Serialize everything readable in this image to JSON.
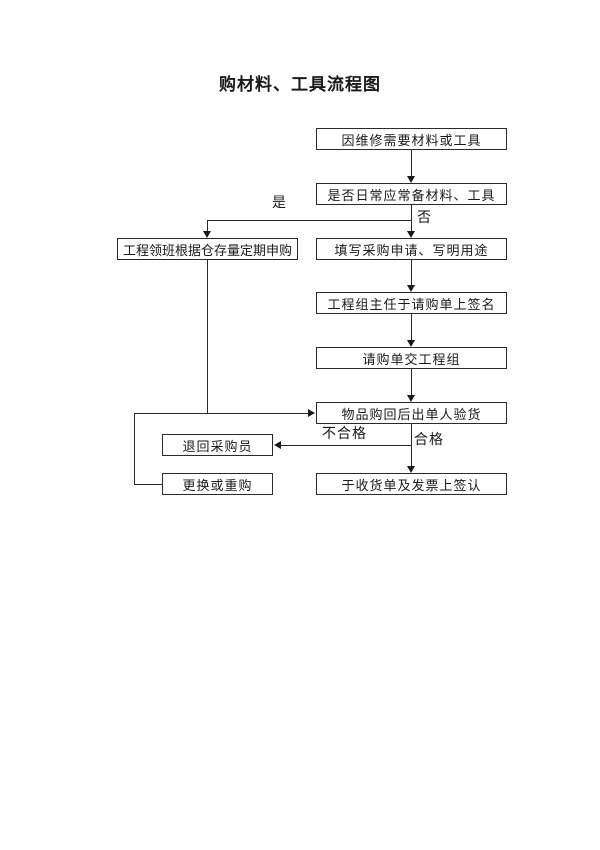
{
  "title": "购材料、工具流程图",
  "flowchart": {
    "nodes": {
      "need_materials": "因维修需要材料或工具",
      "daily_decision": "是否日常应常备材料、工具",
      "foreman_periodic": "工程领班根据仓存量定期申购",
      "fill_request": "填写采购申请、写明用途",
      "director_sign": "工程组主任于请购单上签名",
      "submit_engineering": "请购单交工程组",
      "inspect_goods": "物品购回后出单人验货",
      "return_buyer": "退回采购员",
      "replace_repurchase": "更换或重购",
      "sign_receipt": "于收货单及发票上签认"
    },
    "edge_labels": {
      "yes": "是",
      "no": "否",
      "pass": "合格",
      "fail": "不合格"
    }
  },
  "colors": {
    "line": "#2a2a2a",
    "text": "#1a1a1a",
    "background": "#ffffff"
  }
}
